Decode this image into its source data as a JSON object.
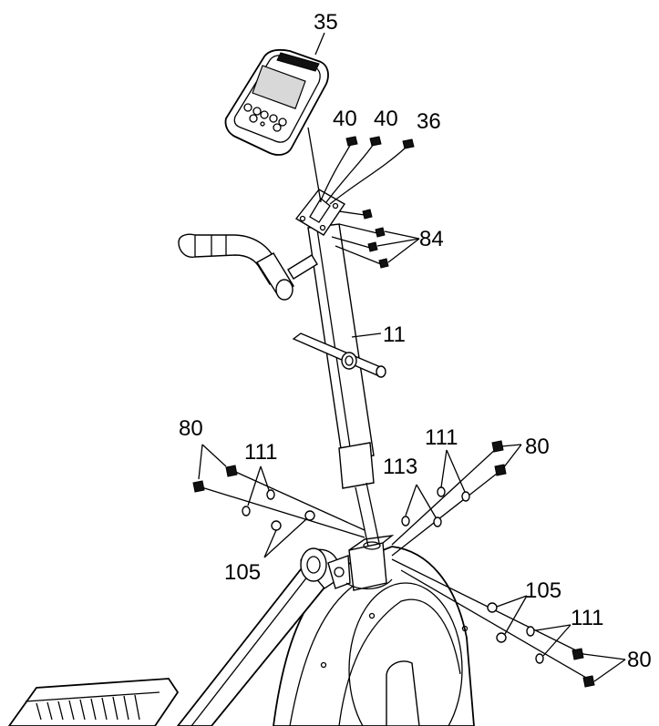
{
  "labels": {
    "console": "35",
    "wire_a": "40",
    "wire_b": "40",
    "wire_c": "36",
    "console_bolts": "84",
    "upright_tube": "11",
    "bolt_left": "80",
    "washer_left_top": "111",
    "washer_left_bottom": "105",
    "washer_center": "113",
    "washer_right_top": "111",
    "bolt_right_top": "80",
    "washer_right_mid": "105",
    "washer_right_lower": "111",
    "bolt_right_bottom": "80"
  },
  "colors": {
    "line": "#000000",
    "background": "#ffffff",
    "display": "#d8d8d8"
  }
}
